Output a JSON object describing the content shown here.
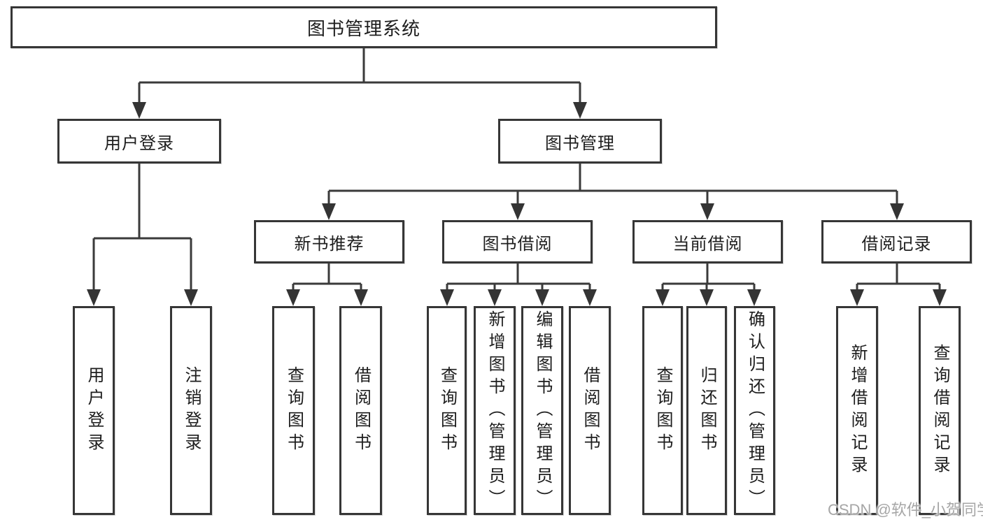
{
  "diagram": {
    "root": {
      "label": "图书管理系统"
    },
    "level2": {
      "user_login": {
        "label": "用户登录"
      },
      "book_mgmt": {
        "label": "图书管理"
      }
    },
    "level3": {
      "new_books": {
        "label": "新书推荐"
      },
      "book_borrow": {
        "label": "图书借阅"
      },
      "current_borrow": {
        "label": "当前借阅"
      },
      "borrow_records": {
        "label": "借阅记录"
      }
    },
    "leaves": {
      "user_login": [
        "用户登录",
        "注销登录"
      ],
      "new_books": [
        "查询图书",
        "借阅图书"
      ],
      "book_borrow": [
        "查询图书",
        "新增图书（管理员）",
        "编辑图书（管理员）",
        "借阅图书"
      ],
      "current_borrow": [
        "查询图书",
        "归还图书",
        "确认归还（管理员）"
      ],
      "borrow_records": [
        "新增借阅记录",
        "查询借阅记录"
      ]
    }
  },
  "watermark": {
    "text": "CSDN @软件_小贺同学"
  },
  "colors": {
    "line": "#3a3a3a",
    "box_border": "#363636",
    "text": "#1d1d1d",
    "watermark": "#a6a6a6",
    "background": "#ffffff"
  }
}
